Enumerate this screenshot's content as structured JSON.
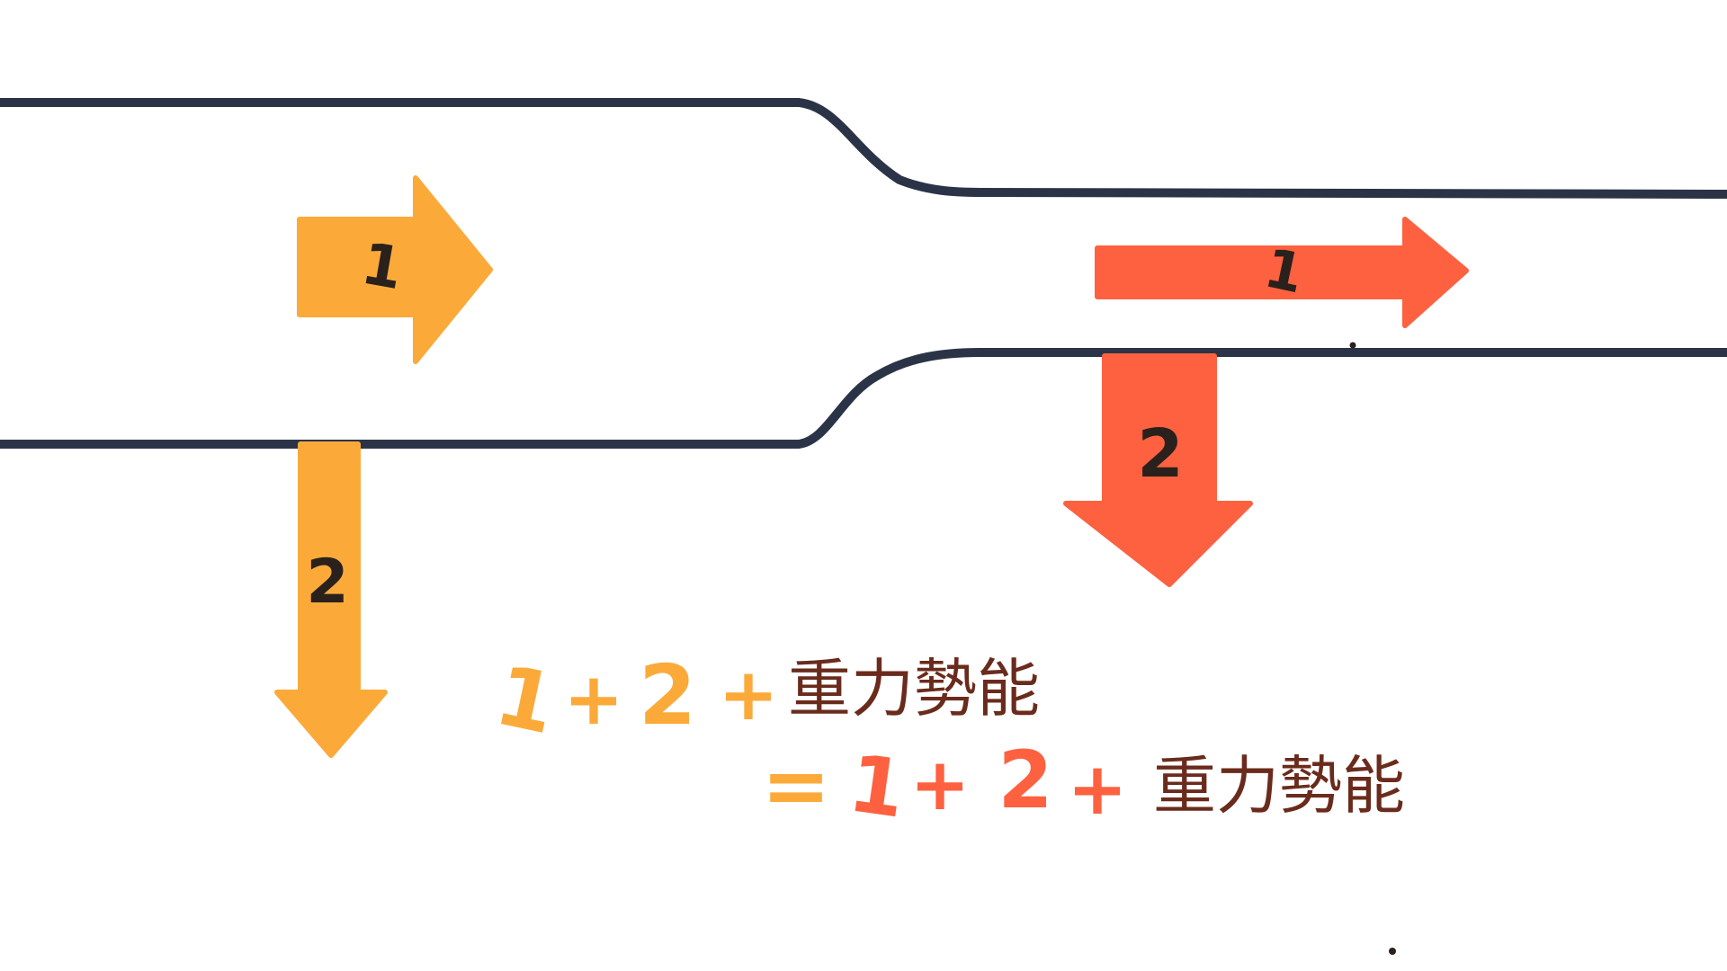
{
  "colors": {
    "background": "#ffffff",
    "pipe_wall": "#2b3447",
    "wide_section": "#fbaa3a",
    "narrow_section": "#fd6140",
    "arrow_digit": "#2a211c",
    "energy_text": "#6a2b1c"
  },
  "wide_section": {
    "arrow_1_label": "1",
    "arrow_2_label": "2"
  },
  "narrow_section": {
    "arrow_1_label": "1",
    "arrow_2_label": "2"
  },
  "equation": {
    "line1": {
      "term1": "1",
      "plus1": "+",
      "term2": "2",
      "plus2": "+",
      "energy": "重力勢能"
    },
    "line2": {
      "equals": "=",
      "term1": "1",
      "plus1": "+",
      "term2": "2",
      "plus2": "+",
      "energy": "重力勢能"
    }
  }
}
